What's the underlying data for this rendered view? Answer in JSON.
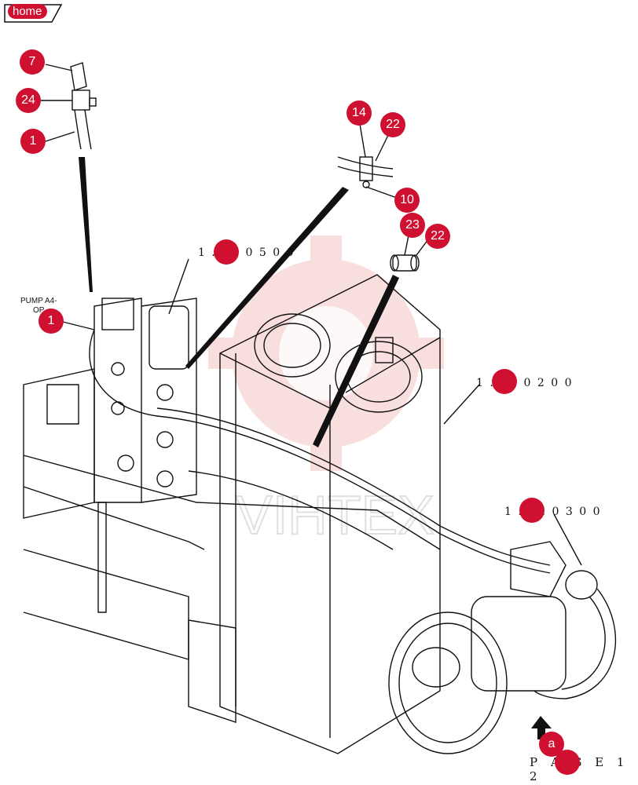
{
  "nav": {
    "home_label": "home"
  },
  "callouts": [
    {
      "id": "7",
      "label": "7"
    },
    {
      "id": "24",
      "label": "24"
    },
    {
      "id": "1a",
      "label": "1"
    },
    {
      "id": "14",
      "label": "14"
    },
    {
      "id": "22a",
      "label": "22"
    },
    {
      "id": "10",
      "label": "10"
    },
    {
      "id": "23",
      "label": "23"
    },
    {
      "id": "22b",
      "label": "22"
    },
    {
      "id": "1b",
      "label": "1"
    },
    {
      "id": "a",
      "label": "a"
    }
  ],
  "references": {
    "ref_1050": "1 . 1 . 0 5 0 0",
    "ref_1020": "1 . 1 . 0 2 0 0",
    "ref_1030": "1 . 1 . 0 3 0 0"
  },
  "pump_label": "PUMP A4-\nOP",
  "page_label": "P A G E  1 2",
  "watermark": "VIHTEX",
  "colors": {
    "marker": "#d01030",
    "line": "#111111",
    "watermark": "#f0c0c0"
  }
}
